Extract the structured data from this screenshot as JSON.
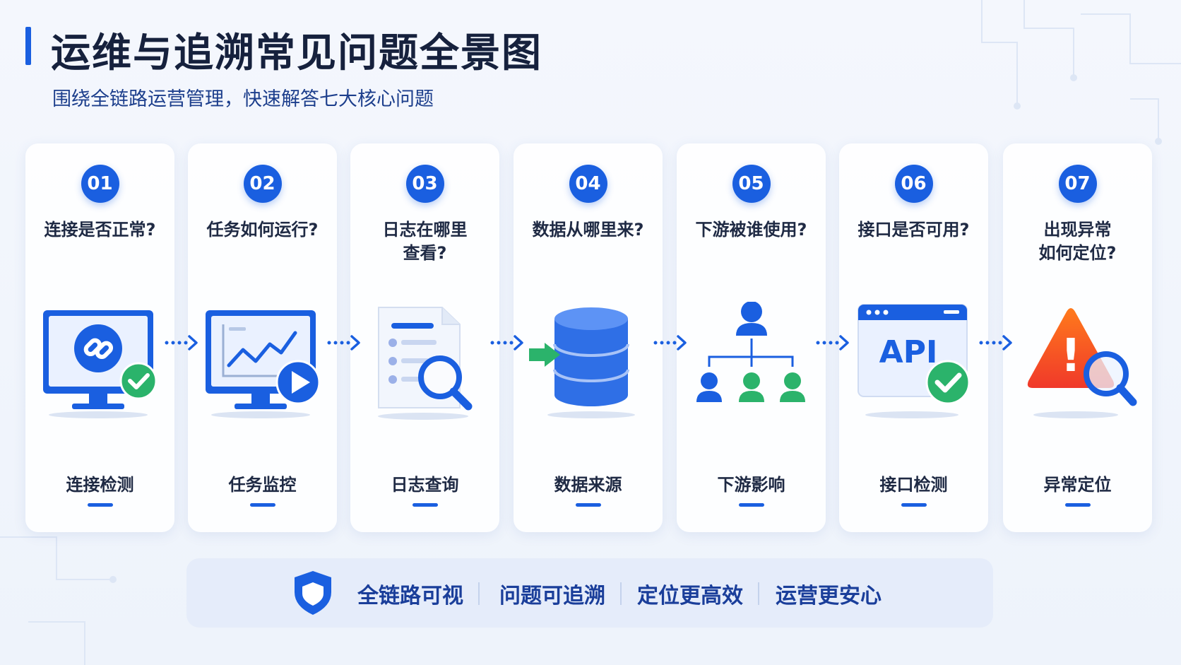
{
  "header": {
    "title": "运维与追溯常见问题全景图",
    "subtitle": "围绕全链路运营管理，快速解答七大核心问题"
  },
  "cards": [
    {
      "number": "01",
      "question": "连接是否正常?",
      "label": "连接检测",
      "icon": "monitor-link-check-icon"
    },
    {
      "number": "02",
      "question": "任务如何运行?",
      "label": "任务监控",
      "icon": "monitor-chart-play-icon"
    },
    {
      "number": "03",
      "question": "日志在哪里\n查看?",
      "label": "日志查询",
      "icon": "document-search-icon"
    },
    {
      "number": "04",
      "question": "数据从哪里来?",
      "label": "数据来源",
      "icon": "database-arrow-icon"
    },
    {
      "number": "05",
      "question": "下游被谁使用?",
      "label": "下游影响",
      "icon": "user-hierarchy-icon"
    },
    {
      "number": "06",
      "question": "接口是否可用?",
      "label": "接口检测",
      "icon": "api-window-check-icon",
      "icon_text": "API"
    },
    {
      "number": "07",
      "question": "出现异常\n如何定位?",
      "label": "异常定位",
      "icon": "warning-search-icon",
      "icon_text": "!"
    }
  ],
  "footer": {
    "icon": "shield-icon",
    "items": [
      "全链路可视",
      "问题可追溯",
      "定位更高效",
      "运营更安心"
    ]
  },
  "colors": {
    "primary": "#1a5fe0",
    "title": "#16213d",
    "green": "#2bb36b",
    "warning_red": "#f0492a",
    "warning_orange": "#ff7a1c"
  }
}
